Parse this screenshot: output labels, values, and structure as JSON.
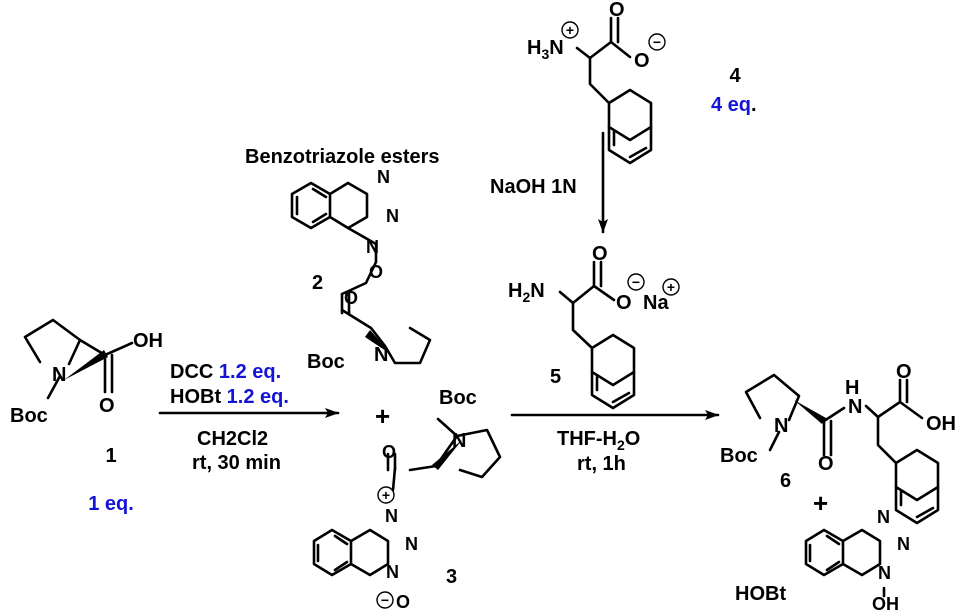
{
  "scheme": {
    "header": "Benzotriazole esters",
    "compounds": {
      "c1": {
        "number": "1",
        "amount": "1 eq.",
        "label_boc": "Boc",
        "label_n": "N",
        "label_oh": "OH",
        "label_o": "O"
      },
      "c2": {
        "number": "2",
        "label_boc": "Boc",
        "label_n": "N"
      },
      "c3": {
        "number": "3",
        "label_boc": "Boc",
        "label_n": "N"
      },
      "c4": {
        "number": "4",
        "amount_num": "4 eq",
        "amount_dot": ".",
        "label_h3n": "H3N",
        "label_o": "O"
      },
      "c5": {
        "number": "5",
        "label_h2n": "H2N",
        "label_na": "Na"
      },
      "c6": {
        "number": "6",
        "label_boc": "Boc",
        "label_oh": "OH",
        "label_h": "H"
      },
      "hobt": {
        "name": "HOBt",
        "label_oh": "OH"
      }
    },
    "steps": {
      "step1": {
        "reagent1_name": "DCC",
        "reagent1_amount": "1.2 eq.",
        "reagent2_name": "HOBt",
        "reagent2_amount": "1.2 eq.",
        "solvent": "CH2Cl2",
        "conditions": "rt, 30 min"
      },
      "step2": {
        "reagent": "NaOH 1N"
      },
      "step3": {
        "solvent": "THF-H2O",
        "conditions": "rt, 1h"
      }
    },
    "plus_sign": "+",
    "charge_plus": "+",
    "charge_minus": "−",
    "colors": {
      "text": "#000000",
      "amount": "#1414d8"
    }
  }
}
